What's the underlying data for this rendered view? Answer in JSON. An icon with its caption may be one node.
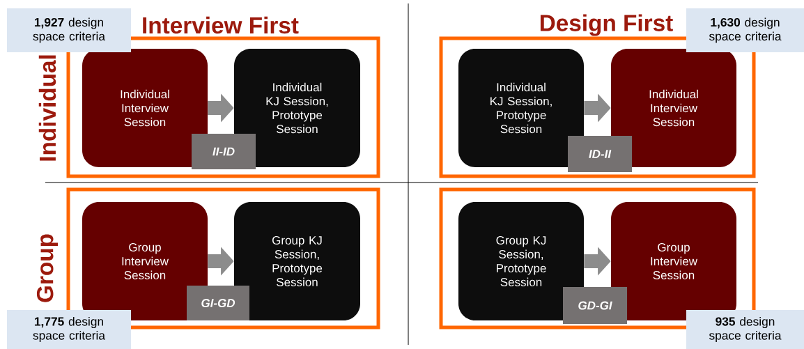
{
  "diagram": {
    "nodes": [
      {
        "text": [
          "**1,927** design space criteria"
        ]
      },
      {
        "text": [],
        "shape": "box"
      },
      {
        "text": [
          "Individual Interview Session"
        ],
        "in": 1
      },
      {
        "text": [
          "Individual KJ Session, Prototype Session"
        ],
        "in": 1
      },
      {
        "text": [
          "II-ID"
        ],
        "in": 1
      },
      {
        "text": [
          "**1,630** design space criteria"
        ]
      },
      {
        "text": [],
        "shape": "box"
      },
      {
        "text": [
          "Individual KJ Session, Prototype Session"
        ],
        "in": 6
      },
      {
        "text": [
          "Individual Interview Session"
        ],
        "in": 6
      },
      {
        "text": [
          "ID-II"
        ],
        "in": 6
      },
      {
        "text": [],
        "shape": "box"
      },
      {
        "text": [
          "Group Interview Session"
        ],
        "in": 10
      },
      {
        "text": [
          "Group KJ Session, Prototype Session"
        ],
        "in": 10
      },
      {
        "text": [
          "GI-GD"
        ],
        "in": 10
      },
      {
        "text": [
          "**1,775** design space criteria"
        ]
      },
      {
        "text": [],
        "shape": "box"
      },
      {
        "text": [
          "Group KJ Session, Prototype Session"
        ],
        "in": 15
      },
      {
        "text": [
          "Group Interview Session"
        ],
        "in": 15
      },
      {
        "text": [
          "GD-GI"
        ],
        "in": 15
      },
      {
        "text": [
          "**935** design space criteria"
        ]
      }
    ],
    "edges": [
      {
        "from": 2,
        "to": 3,
        "arrow": "to"
      },
      {
        "from": 7,
        "to": 8,
        "arrow": "to"
      },
      {
        "from": 11,
        "to": 12,
        "arrow": "to"
      },
      {
        "from": 16,
        "to": 17,
        "arrow": "to"
      }
    ],
    "labels": [
      "Interview First",
      "Design First",
      "Individual",
      "Group"
    ]
  }
}
